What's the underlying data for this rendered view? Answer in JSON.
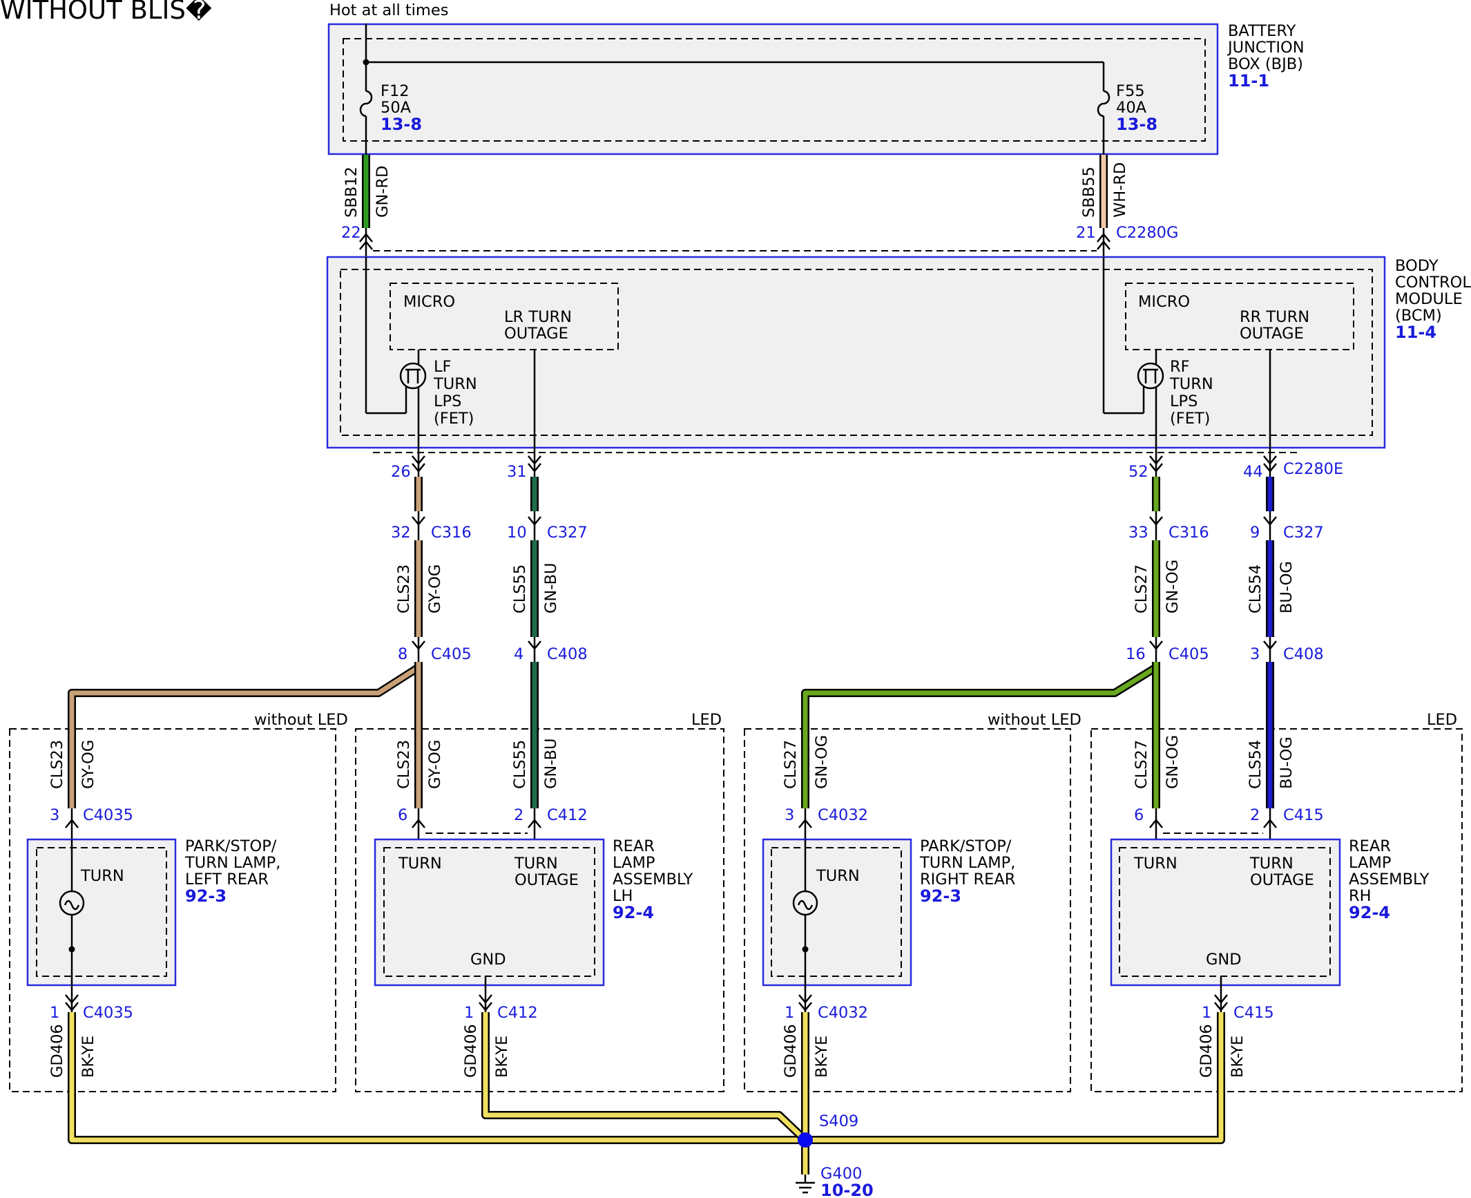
{
  "page_title": "WITHOUT BLIS�",
  "colors": {
    "pin_text": "#1a1adc",
    "module_border": "#2a2ae0",
    "module_fill": "#f0f0f0",
    "GN-RD": "#2f9a22",
    "WH-RD": "#f2c8a8",
    "GY-OG": "#c8a178",
    "GN-BU": "#1f6e4a",
    "GN-OG": "#6aa820",
    "BU-OG": "#1c1cc8",
    "BK-YE": "#f0e060",
    "splice": "#0a0af0"
  },
  "power": {
    "label": "Hot at all times"
  },
  "bjb": {
    "name_lines": [
      "BATTERY",
      "JUNCTION",
      "BOX (BJB)"
    ],
    "ref": "11-1",
    "fuses": [
      {
        "id": "F12",
        "rating": "50A",
        "ref": "13-8"
      },
      {
        "id": "F55",
        "rating": "40A",
        "ref": "13-8"
      }
    ]
  },
  "upper_wires": [
    {
      "circuit": "SBB12",
      "color": "GN-RD",
      "pin": "22",
      "connector": ""
    },
    {
      "circuit": "SBB55",
      "color": "WH-RD",
      "pin": "21",
      "connector": "C2280G"
    }
  ],
  "bcm": {
    "name_lines": [
      "BODY",
      "CONTROL",
      "MODULE",
      "(BCM)"
    ],
    "ref": "11-4",
    "left_micro": {
      "title": "MICRO",
      "func_lines": [
        "LR TURN",
        "OUTAGE"
      ]
    },
    "right_micro": {
      "title": "MICRO",
      "func_lines": [
        "RR TURN",
        "OUTAGE"
      ]
    },
    "left_fet_lines": [
      "LF",
      "TURN",
      "LPS",
      "(FET)"
    ],
    "right_fet_lines": [
      "RF",
      "TURN",
      "LPS",
      "(FET)"
    ]
  },
  "bcm_outputs": [
    {
      "pin": "26",
      "connector": ""
    },
    {
      "pin": "31",
      "connector": ""
    },
    {
      "pin": "52",
      "connector": ""
    },
    {
      "pin": "44",
      "connector": "C2280E"
    }
  ],
  "inline_c316_c327": [
    {
      "pin": "32",
      "connector": "C316"
    },
    {
      "pin": "10",
      "connector": "C327"
    },
    {
      "pin": "33",
      "connector": "C316"
    },
    {
      "pin": "9",
      "connector": "C327"
    }
  ],
  "mid_wires": [
    {
      "circuit": "CLS23",
      "color": "GY-OG"
    },
    {
      "circuit": "CLS55",
      "color": "GN-BU"
    },
    {
      "circuit": "CLS27",
      "color": "GN-OG"
    },
    {
      "circuit": "CLS54",
      "color": "BU-OG"
    }
  ],
  "inline_c405_c408": [
    {
      "pin": "8",
      "connector": "C405"
    },
    {
      "pin": "4",
      "connector": "C408"
    },
    {
      "pin": "16",
      "connector": "C405"
    },
    {
      "pin": "3",
      "connector": "C408"
    }
  ],
  "options": [
    "without LED",
    "LED",
    "without LED",
    "LED"
  ],
  "lamp_wires": [
    {
      "circuit": "CLS23",
      "color": "GY-OG",
      "pin": "3",
      "connector": "C4035"
    },
    {
      "circuit": "CLS23",
      "color": "GY-OG",
      "pin": "6",
      "connector": ""
    },
    {
      "circuit": "CLS55",
      "color": "GN-BU",
      "pin": "2",
      "connector": "C412"
    },
    {
      "circuit": "CLS27",
      "color": "GN-OG",
      "pin": "3",
      "connector": "C4032"
    },
    {
      "circuit": "CLS27",
      "color": "GN-OG",
      "pin": "6",
      "connector": ""
    },
    {
      "circuit": "CLS54",
      "color": "BU-OG",
      "pin": "2",
      "connector": "C415"
    }
  ],
  "lamps": {
    "left_bulb": {
      "func": "TURN",
      "name_lines": [
        "PARK/STOP/",
        "TURN LAMP,",
        "LEFT REAR"
      ],
      "ref": "92-3"
    },
    "lh_led": {
      "turn": "TURN",
      "outage_lines": [
        "TURN",
        "OUTAGE"
      ],
      "gnd": "GND",
      "name_lines": [
        "REAR",
        "LAMP",
        "ASSEMBLY",
        "LH"
      ],
      "ref": "92-4"
    },
    "right_bulb": {
      "func": "TURN",
      "name_lines": [
        "PARK/STOP/",
        "TURN LAMP,",
        "RIGHT REAR"
      ],
      "ref": "92-3"
    },
    "rh_led": {
      "turn": "TURN",
      "outage_lines": [
        "TURN",
        "OUTAGE"
      ],
      "gnd": "GND",
      "name_lines": [
        "REAR",
        "LAMP",
        "ASSEMBLY",
        "RH"
      ],
      "ref": "92-4"
    }
  },
  "ground_wires": [
    {
      "circuit": "GD406",
      "color": "BK-YE",
      "pin": "1",
      "connector": "C4035"
    },
    {
      "circuit": "GD406",
      "color": "BK-YE",
      "pin": "1",
      "connector": "C412"
    },
    {
      "circuit": "GD406",
      "color": "BK-YE",
      "pin": "1",
      "connector": "C4032"
    },
    {
      "circuit": "GD406",
      "color": "BK-YE",
      "pin": "1",
      "connector": "C415"
    }
  ],
  "splice": {
    "id": "S409"
  },
  "ground": {
    "id": "G400",
    "ref": "10-20"
  }
}
